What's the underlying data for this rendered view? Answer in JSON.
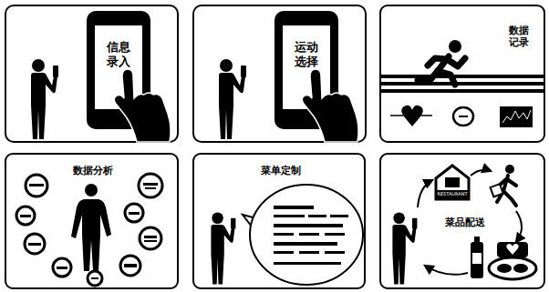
{
  "diagram": {
    "nodes": [
      {
        "text": [
          "信息 录入"
        ]
      },
      {
        "text": [
          "运动 选择"
        ]
      },
      {
        "text": [
          "数据 记录"
        ]
      },
      {
        "text": [
          "数据分析"
        ]
      },
      {
        "text": [
          "菜单定制"
        ]
      },
      {
        "text": [
          "菜品配送"
        ]
      }
    ],
    "labels": [
      "RESTAURANT"
    ]
  }
}
